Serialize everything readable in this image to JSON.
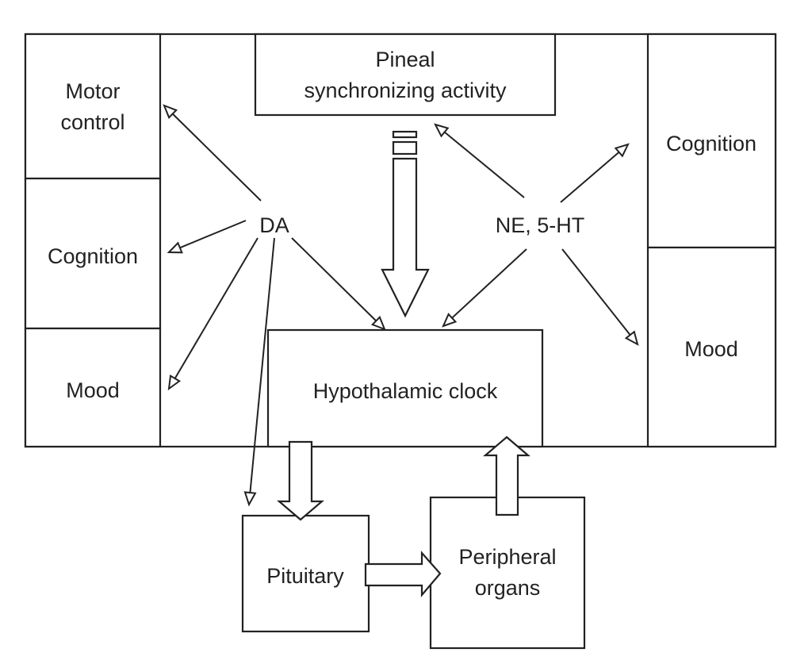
{
  "diagram": {
    "colors": {
      "stroke": "#222222",
      "background": "#ffffff"
    },
    "left_column": {
      "motor_control": [
        "Motor",
        "control"
      ],
      "cognition": "Cognition",
      "mood": "Mood"
    },
    "right_column": {
      "cognition": "Cognition",
      "mood": "Mood"
    },
    "pineal": [
      "Pineal",
      "synchronizing activity"
    ],
    "hypothalamic_clock": "Hypothalamic clock",
    "pituitary": "Pituitary",
    "peripheral_organs": [
      "Peripheral",
      "organs"
    ],
    "nodes": {
      "da": "DA",
      "ne_5ht": "NE, 5-HT"
    },
    "connections": [
      {
        "from": "DA",
        "to": "Motor control",
        "style": "thin-arrow"
      },
      {
        "from": "DA",
        "to": "Cognition (left)",
        "style": "thin-arrow"
      },
      {
        "from": "DA",
        "to": "Mood (left)",
        "style": "thin-arrow"
      },
      {
        "from": "DA",
        "to": "Hypothalamic clock",
        "style": "thin-arrow"
      },
      {
        "from": "DA",
        "to": "Pituitary",
        "style": "thin-arrow"
      },
      {
        "from": "NE, 5-HT",
        "to": "Pineal synchronizing activity",
        "style": "thin-arrow"
      },
      {
        "from": "NE, 5-HT",
        "to": "Cognition (right)",
        "style": "thin-arrow"
      },
      {
        "from": "NE, 5-HT",
        "to": "Hypothalamic clock",
        "style": "thin-arrow"
      },
      {
        "from": "NE, 5-HT",
        "to": "Mood (right)",
        "style": "thin-arrow"
      },
      {
        "from": "Pineal synchronizing activity",
        "to": "Hypothalamic clock",
        "style": "block-arrow-dashed-tail"
      },
      {
        "from": "Hypothalamic clock",
        "to": "Pituitary",
        "style": "block-arrow"
      },
      {
        "from": "Pituitary",
        "to": "Peripheral organs",
        "style": "block-arrow"
      },
      {
        "from": "Peripheral organs",
        "to": "Hypothalamic clock",
        "style": "block-arrow"
      }
    ]
  }
}
